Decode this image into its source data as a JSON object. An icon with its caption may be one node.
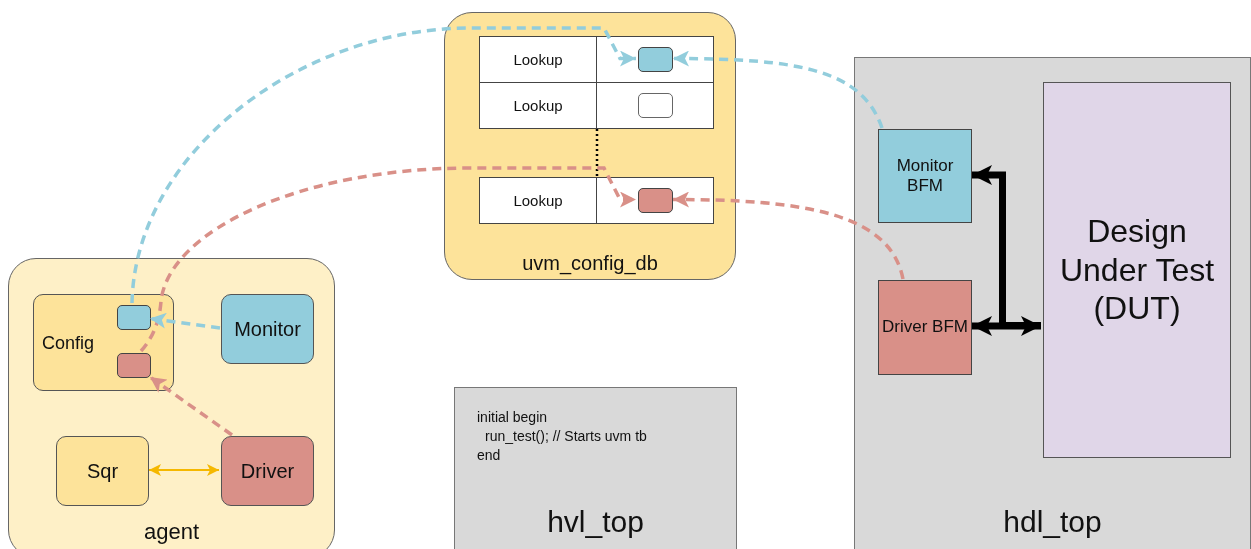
{
  "diagram": {
    "nodes": [
      {
        "text": [
          "uvm_config_db"
        ]
      },
      {
        "text": [
          "Lookup"
        ],
        "in": 0
      },
      {
        "text": [],
        "shape": "box",
        "in": 0
      },
      {
        "text": [
          "Lookup"
        ],
        "in": 0
      },
      {
        "text": [],
        "shape": "box",
        "in": 0
      },
      {
        "text": [
          "Lookup"
        ],
        "in": 0
      },
      {
        "text": [],
        "shape": "box",
        "in": 0
      },
      {
        "text": [
          "agent"
        ]
      },
      {
        "text": [
          "Config"
        ],
        "in": 7
      },
      {
        "text": [],
        "shape": "box",
        "in": 8
      },
      {
        "text": [],
        "shape": "box",
        "in": 8
      },
      {
        "text": [
          "Monitor"
        ],
        "in": 7
      },
      {
        "text": [
          "Sqr"
        ],
        "in": 7
      },
      {
        "text": [
          "Driver"
        ],
        "in": 7
      },
      {
        "text": [
          "initial begin",
          "run_test(); // Starts uvm tb",
          "end",
          "hvl_top"
        ]
      },
      {
        "text": [
          "hdl_top"
        ]
      },
      {
        "text": [
          "Monitor BFM"
        ],
        "in": 15
      },
      {
        "text": [
          "Driver BFM"
        ],
        "in": 15
      },
      {
        "text": [
          "Design Under Test (DUT)"
        ],
        "in": 15
      }
    ],
    "edges": [
      {
        "from": 9,
        "to": 2,
        "arrow": "to",
        "style": "dashed",
        "color": "#92cddc"
      },
      {
        "from": 16,
        "to": 2,
        "arrow": "to",
        "style": "dashed",
        "color": "#92cddc"
      },
      {
        "from": 10,
        "to": 6,
        "arrow": "to",
        "style": "dashed",
        "color": "#d99088"
      },
      {
        "from": 17,
        "to": 6,
        "arrow": "to",
        "style": "dashed",
        "color": "#d99088"
      },
      {
        "from": 11,
        "to": 9,
        "arrow": "to",
        "style": "dashed",
        "color": "#92cddc"
      },
      {
        "from": 13,
        "to": 10,
        "arrow": "to",
        "style": "dashed",
        "color": "#d99088"
      },
      {
        "from": 12,
        "to": 13,
        "arrow": "both",
        "color": "#f5b800"
      },
      {
        "from": 17,
        "to": 18,
        "arrow": "both",
        "style": "thick",
        "color": "#000000"
      },
      {
        "from": 18,
        "to": 16,
        "arrow": "to",
        "style": "thick",
        "color": "#000000"
      }
    ]
  }
}
